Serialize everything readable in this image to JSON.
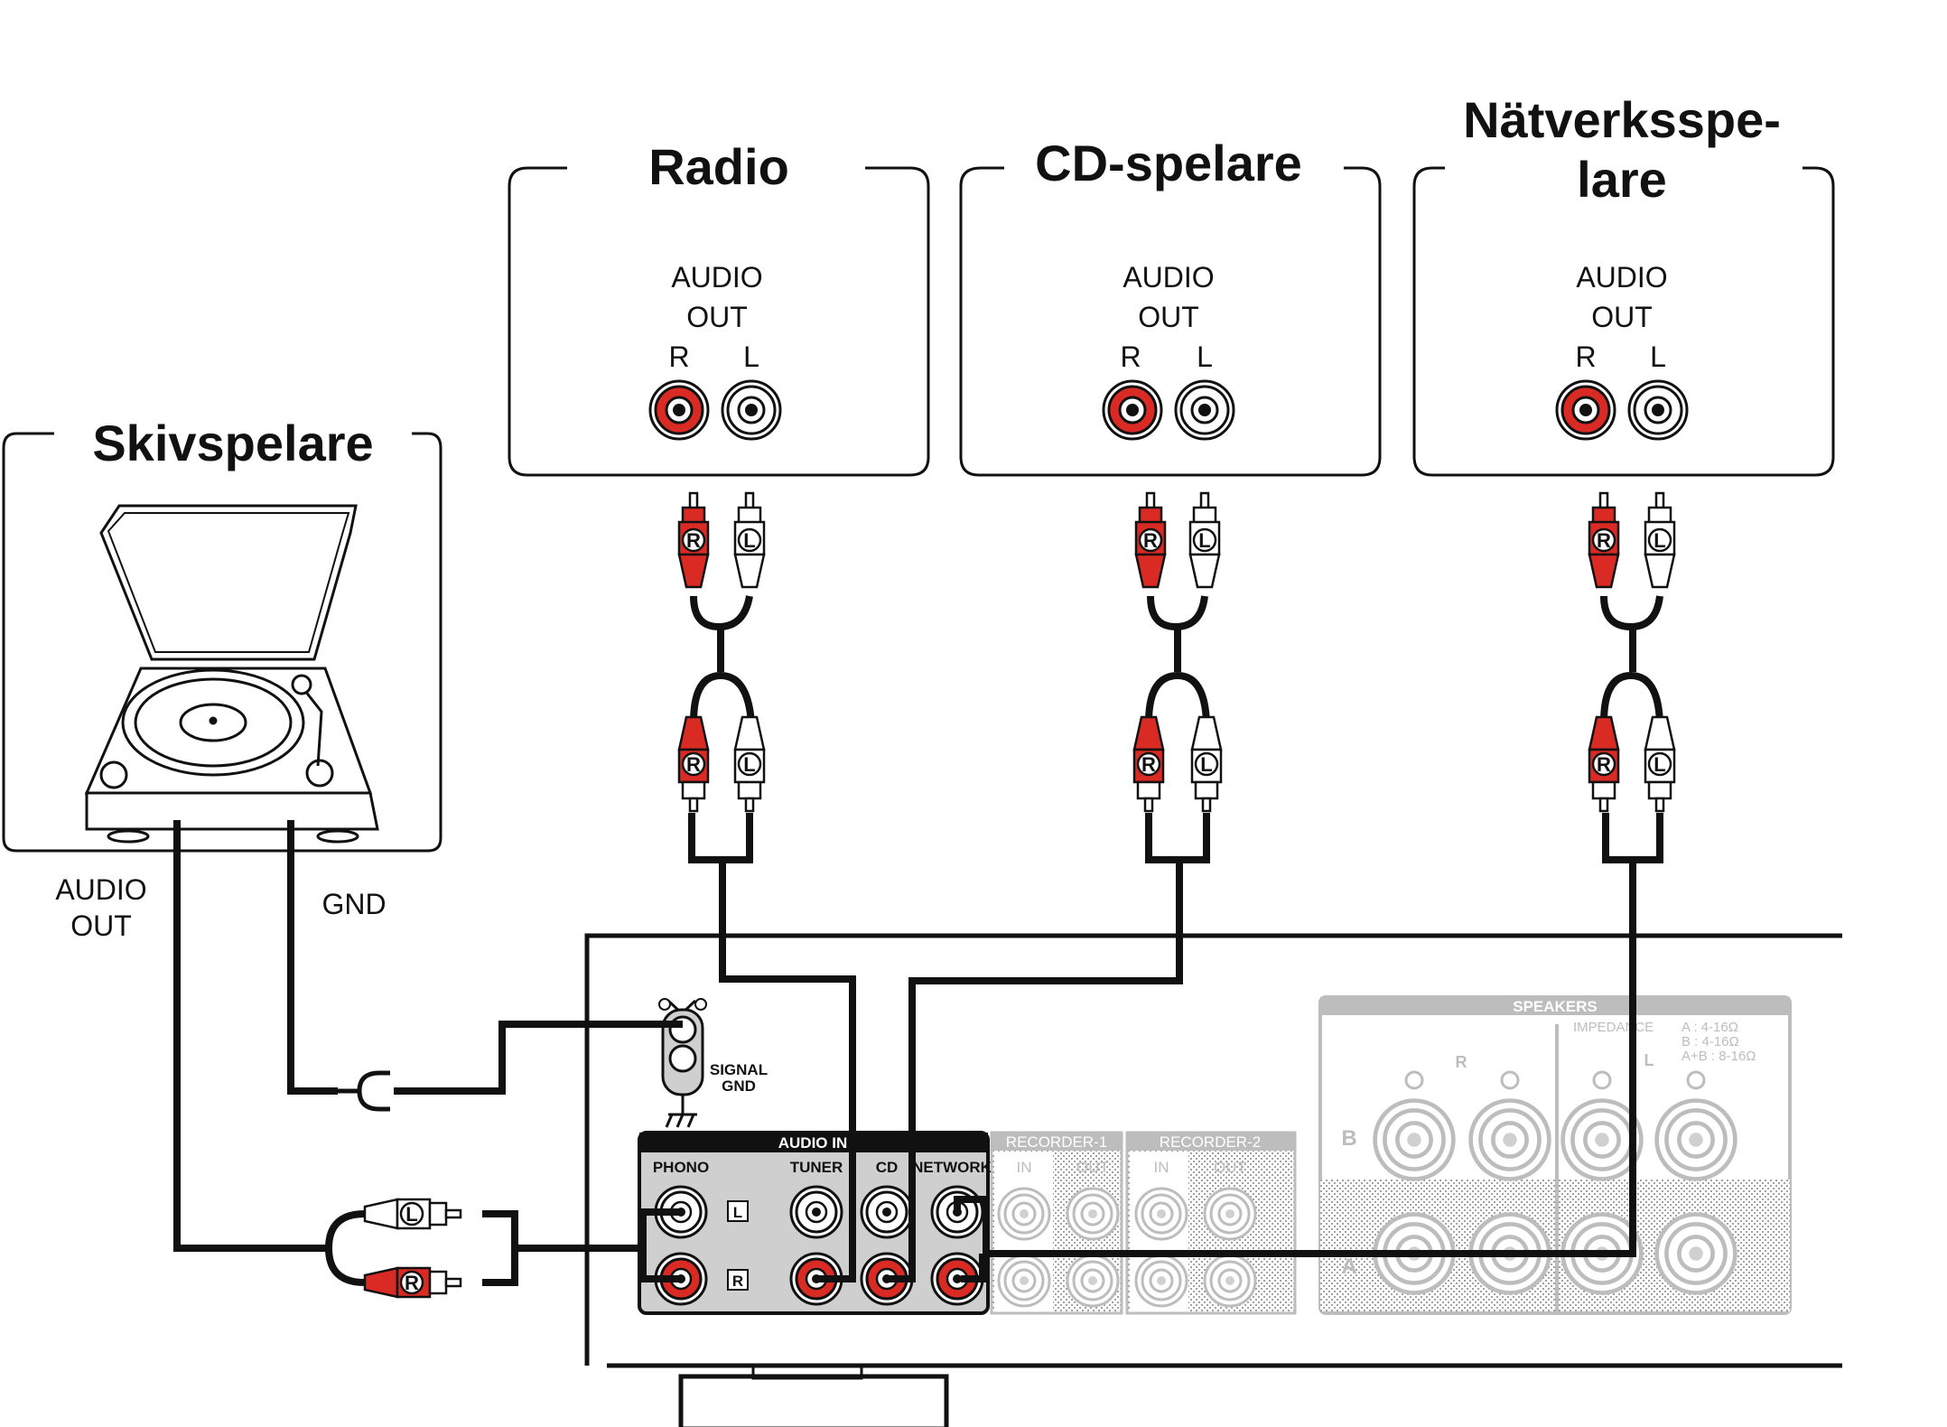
{
  "devices": {
    "turntable": {
      "title": "Skivspelare",
      "out_label_line1": "AUDIO",
      "out_label_line2": "OUT",
      "gnd_label": "GND"
    },
    "radio": {
      "title": "Radio",
      "out_label_line1": "AUDIO",
      "out_label_line2": "OUT",
      "r_label": "R",
      "l_label": "L"
    },
    "cd": {
      "title": "CD-spelare",
      "out_label_line1": "AUDIO",
      "out_label_line2": "OUT",
      "r_label": "R",
      "l_label": "L"
    },
    "network": {
      "title_line1": "Nätverksspe-",
      "title_line2": "lare",
      "out_label_line1": "AUDIO",
      "out_label_line2": "OUT",
      "r_label": "R",
      "l_label": "L"
    }
  },
  "plugs": {
    "r": "R",
    "l": "L"
  },
  "receiver": {
    "signal_gnd_line1": "SIGNAL",
    "signal_gnd_line2": "GND",
    "audio_in_title": "AUDIO IN",
    "inputs": [
      "PHONO",
      "TUNER",
      "CD",
      "NETWORK"
    ],
    "channel_l": "L",
    "channel_r": "R",
    "recorder1": {
      "title": "RECORDER-1",
      "in": "IN",
      "out": "OUT"
    },
    "recorder2": {
      "title": "RECORDER-2",
      "in": "IN",
      "out": "OUT"
    },
    "speakers": {
      "title": "SPEAKERS",
      "impedance_label": "IMPEDANCE",
      "imp_a": "A   : 4-16Ω",
      "imp_b": "B   : 4-16Ω",
      "imp_ab": "A+B : 8-16Ω",
      "ch_r": "R",
      "ch_l": "L",
      "set_a": "A",
      "set_b": "B"
    }
  },
  "colors": {
    "red": "#d92b23",
    "line": "#111111",
    "faded": "#bdbdbd",
    "panel": "#cfcfcf"
  }
}
